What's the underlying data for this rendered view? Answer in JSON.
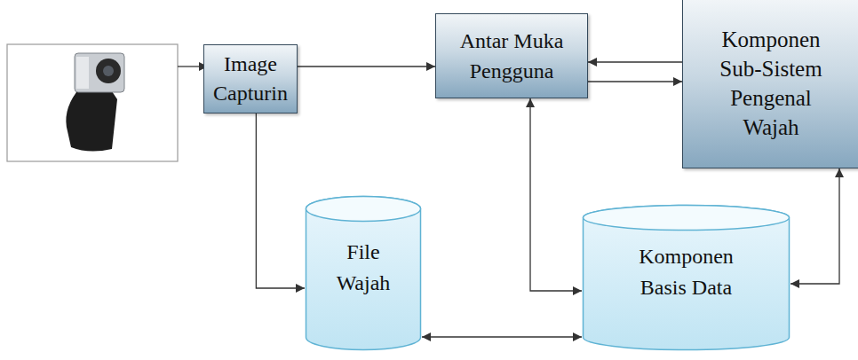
{
  "diagram": {
    "nodes": [
      {
        "text": [
          "Image Capturin"
        ]
      },
      {
        "text": [
          "Antar Muka Pengguna"
        ]
      },
      {
        "text": [
          "Komponen Sub-Sistem Pengenal Wajah"
        ]
      },
      {
        "text": [
          "File Wajah"
        ]
      },
      {
        "text": [
          "Komponen Basis Data"
        ]
      }
    ],
    "edges": [
      {
        "from": 0,
        "to": 1,
        "arrow": "to"
      },
      {
        "from": 0,
        "to": 3,
        "arrow": "to"
      },
      {
        "from": 2,
        "to": 1,
        "arrow": "to"
      },
      {
        "from": 1,
        "to": 2,
        "arrow": "to"
      },
      {
        "from": 1,
        "to": 4,
        "arrow": "both"
      },
      {
        "from": 3,
        "to": 4,
        "arrow": "both"
      },
      {
        "from": 4,
        "to": 2,
        "arrow": "both"
      }
    ]
  }
}
